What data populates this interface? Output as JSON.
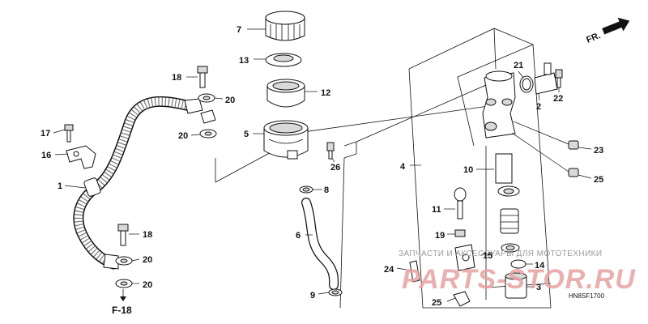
{
  "diagram": {
    "callouts": [
      "1",
      "2",
      "3",
      "4",
      "5",
      "6",
      "7",
      "8",
      "9",
      "10",
      "11",
      "12",
      "13",
      "14",
      "15",
      "16",
      "17",
      "18",
      "18",
      "19",
      "20",
      "20",
      "20",
      "20",
      "21",
      "22",
      "23",
      "24",
      "25",
      "25",
      "26"
    ],
    "ref_label": "F-18",
    "direction_label": "FR.",
    "diagram_code": "HN8SF1700",
    "watermark_text": "ЗАПЧАСТИ И АКСЕССУАРЫ ДЛЯ МОТОТЕХНИКИ",
    "watermark_logo": "PARTS-STOR.RU",
    "watermark_color": "#e7a2a2"
  }
}
